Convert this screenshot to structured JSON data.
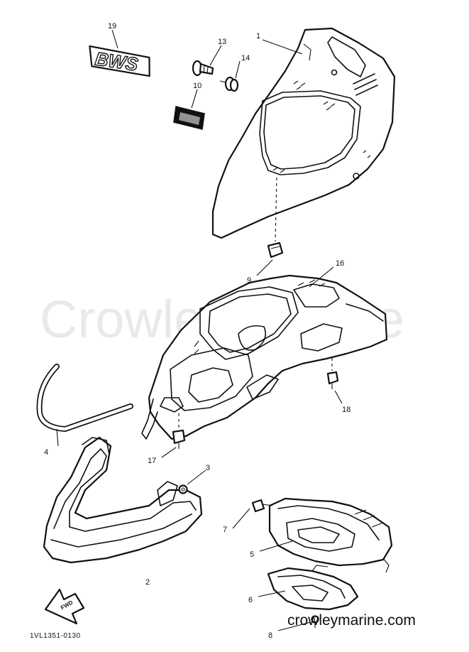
{
  "watermark": "Crowley Marine",
  "diagram_code": "1VL1351-0130",
  "site_text": "crowleymarine.com",
  "emblem_19_text": "BWS",
  "arrow_text": "FWD",
  "labels": {
    "p1": "1",
    "p2": "2",
    "p3": "3",
    "p4": "4",
    "p5": "5",
    "p6": "6",
    "p7": "7",
    "p8": "8",
    "p9": "9",
    "p10": "10",
    "p13": "13",
    "p14": "14",
    "p16": "16",
    "p17": "17",
    "p18": "18",
    "p19": "19"
  }
}
